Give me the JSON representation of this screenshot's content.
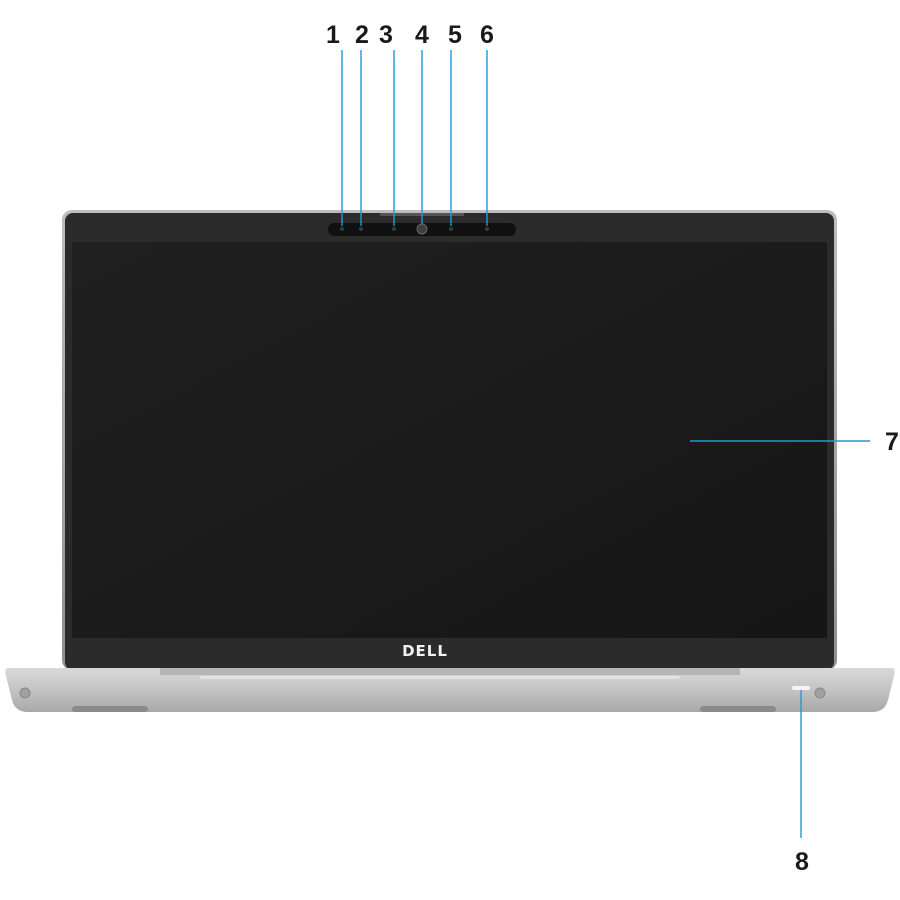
{
  "diagram": {
    "brand_logo": "DELL",
    "callouts": [
      {
        "id": "1",
        "label": "1"
      },
      {
        "id": "2",
        "label": "2"
      },
      {
        "id": "3",
        "label": "3"
      },
      {
        "id": "4",
        "label": "4"
      },
      {
        "id": "5",
        "label": "5"
      },
      {
        "id": "6",
        "label": "6"
      },
      {
        "id": "7",
        "label": "7"
      },
      {
        "id": "8",
        "label": "8"
      }
    ]
  },
  "colors": {
    "leader_line": "#1f9ad6",
    "screen": "#1c1c1c",
    "bezel": "#2b2b2b",
    "chassis": "#c9c9c9"
  }
}
